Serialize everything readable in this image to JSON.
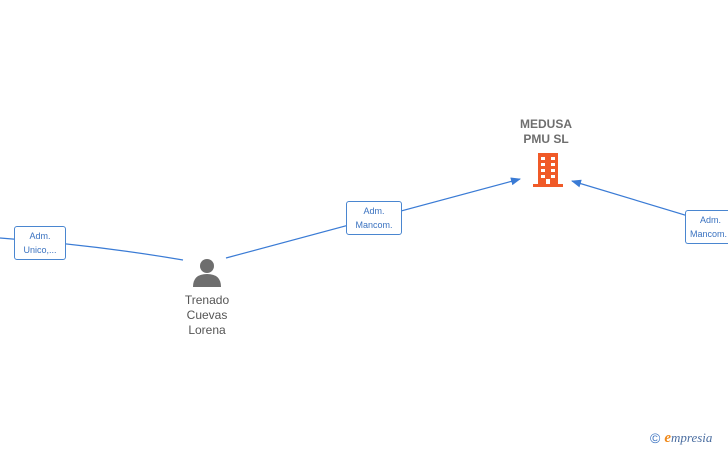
{
  "company": {
    "name_line1": "MEDUSA",
    "name_line2": "PMU  SL",
    "icon": "building-icon",
    "color": "#f05a28"
  },
  "person": {
    "name_line1": "Trenado",
    "name_line2": "Cuevas",
    "name_line3": "Lorena",
    "icon": "person-icon",
    "color": "#6e6e6e"
  },
  "edges": [
    {
      "line1": "Adm.",
      "line2": "Mancom."
    },
    {
      "line1": "Adm.",
      "line2": "Unico,..."
    },
    {
      "line1": "Adm.",
      "line2": "Mancom."
    }
  ],
  "colors": {
    "edge": "#3a7bd5",
    "label_text": "#3a72c0"
  },
  "watermark": {
    "copyright": "©",
    "brand_initial": "e",
    "brand_rest": "mpresia"
  }
}
